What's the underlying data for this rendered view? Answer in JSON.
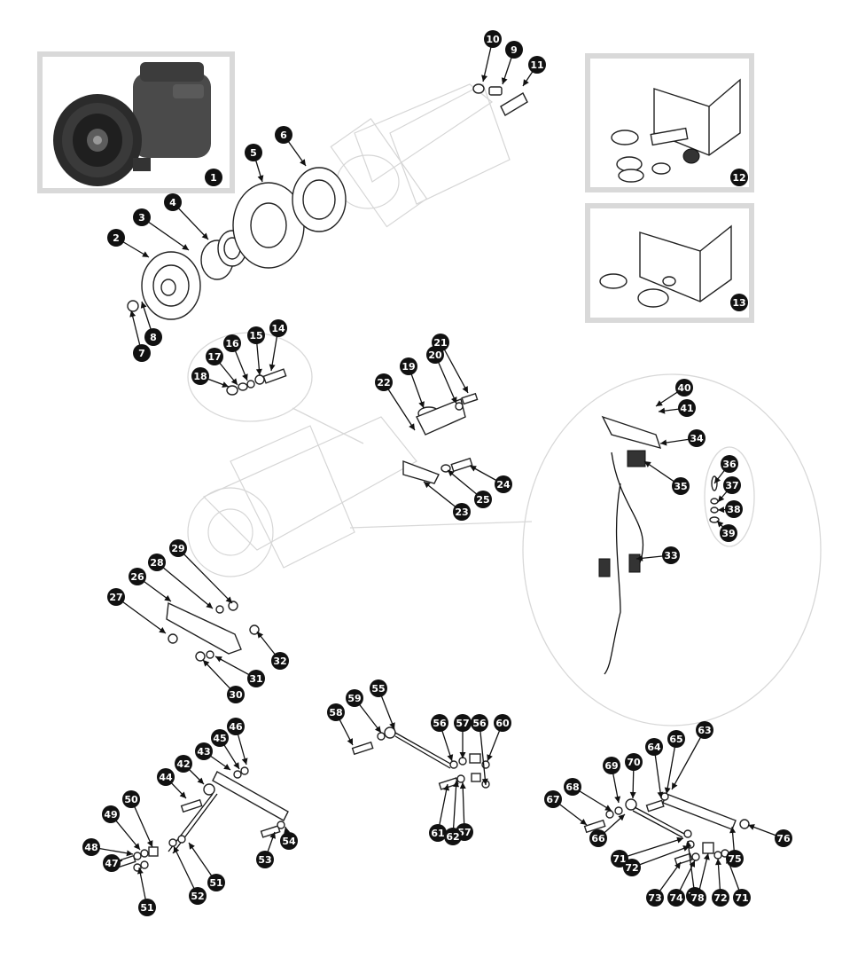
{
  "callouts": [
    "1",
    "2",
    "3",
    "4",
    "5",
    "6",
    "7",
    "8",
    "9",
    "10",
    "11",
    "12",
    "13",
    "14",
    "15",
    "16",
    "17",
    "18",
    "19",
    "20",
    "21",
    "22",
    "23",
    "24",
    "25",
    "26",
    "27",
    "28",
    "29",
    "30",
    "31",
    "32",
    "33",
    "34",
    "35",
    "36",
    "37",
    "38",
    "39",
    "40",
    "41",
    "42",
    "43",
    "44",
    "45",
    "46",
    "47",
    "48",
    "49",
    "50",
    "51",
    "51",
    "52",
    "53",
    "54",
    "55",
    "56",
    "56",
    "57",
    "57",
    "58",
    "59",
    "60",
    "61",
    "62",
    "63",
    "64",
    "65",
    "66",
    "67",
    "68",
    "69",
    "70",
    "71",
    "71",
    "71",
    "72",
    "72",
    "73",
    "74",
    "75",
    "76",
    "78"
  ],
  "colors": {
    "label_bg": "#111111",
    "label_text": "#ffffff",
    "panel_border": "#d9d9d9",
    "ghost_line": "#d6d6d6",
    "part_line": "#222222"
  }
}
